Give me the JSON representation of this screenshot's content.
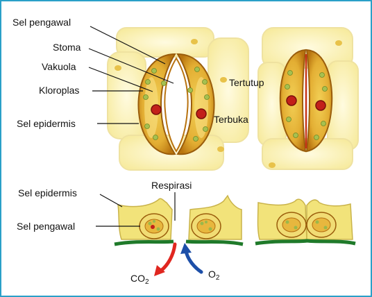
{
  "diagram": {
    "labels": {
      "sel_pengawal_top": "Sel pengawal",
      "stoma": "Stoma",
      "vakuola": "Vakuola",
      "kloroplas": "Kloroplas",
      "sel_epidermis_top": "Sel epidermis",
      "tertutup": "Tertutup",
      "terbuka": "Terbuka",
      "respirasi": "Respirasi",
      "sel_epidermis_bottom": "Sel epidermis",
      "sel_pengawal_bottom": "Sel pengawal",
      "co2_base": "CO",
      "co2_sub": "2",
      "o2_base": "O",
      "o2_sub": "2"
    },
    "colors": {
      "frame": "#2aa0c8",
      "epidermis": "#fbf3b4",
      "guard_outer": "#d08a1c",
      "guard_inner": "#e9b93c",
      "nucleus": "#c2201a",
      "chloroplast": "#9bb84a",
      "cuticle": "#1f7a2a",
      "arrow_co2": "#e0261f",
      "arrow_o2": "#1d4fa8"
    }
  }
}
